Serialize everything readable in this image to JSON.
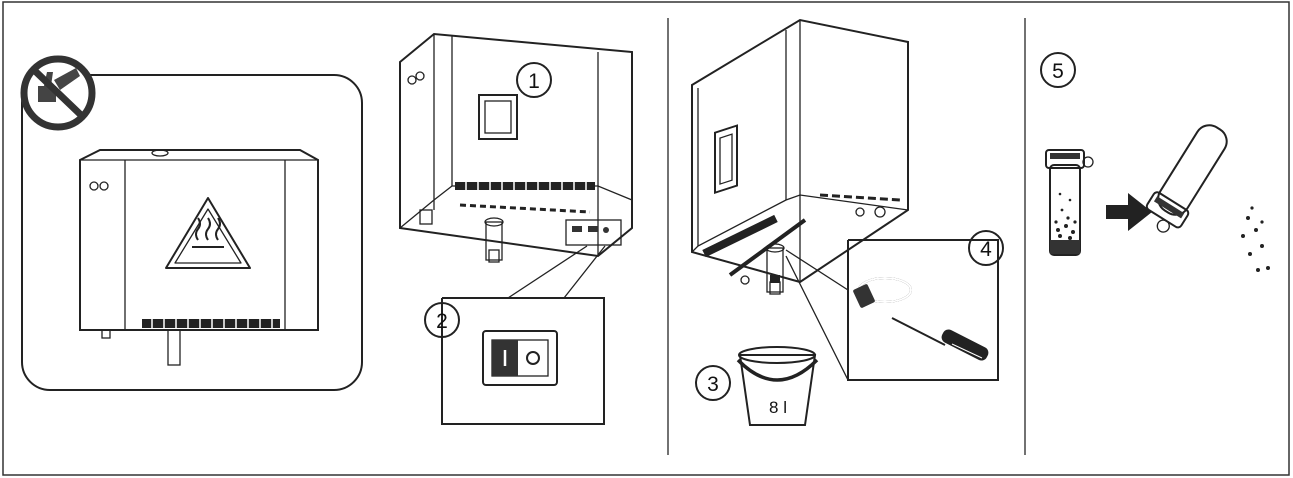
{
  "steps": {
    "s1": "1",
    "s2": "2",
    "s3": "3",
    "s4": "4",
    "s5": "5"
  },
  "bucket_label": "8 l",
  "icons": [
    "no-touch-hot-surface-icon",
    "hot-surface-warning-icon",
    "power-switch-icon",
    "hose-clamp-icon",
    "screwdriver-icon",
    "bucket-icon",
    "descaler-bottle-icon",
    "arrow-right-icon"
  ]
}
